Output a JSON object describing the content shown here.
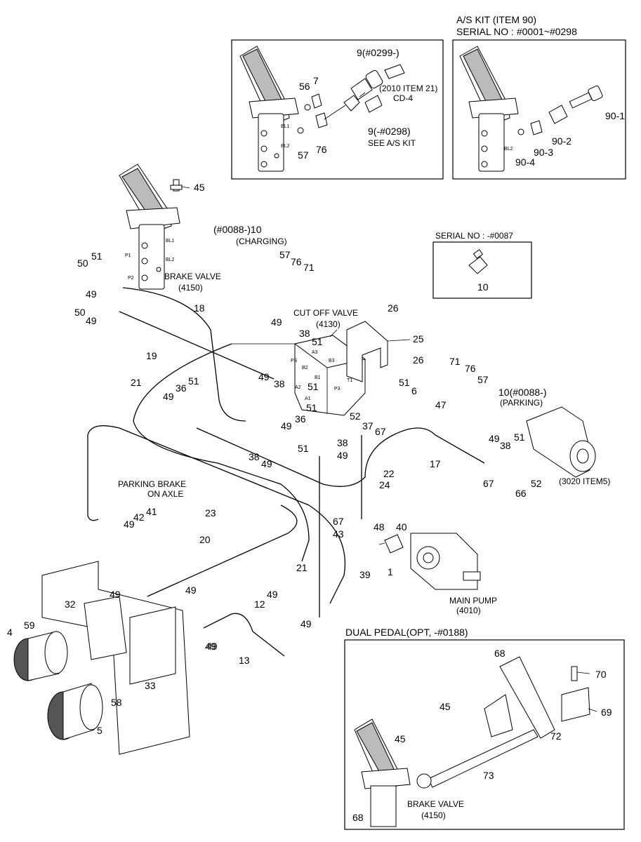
{
  "titles": {
    "as_kit": "A/S KIT (ITEM 90)",
    "serial_as": "SERIAL NO : #0001~#0298",
    "serial_0087": "SERIAL NO : -#0087",
    "dual_pedal": "DUAL PEDAL(OPT, -#0188)"
  },
  "captions": {
    "brake_valve": "BRAKE VALVE",
    "brake_valve_no": "(4150)",
    "cut_off_valve": "CUT OFF VALVE",
    "cut_off_valve_no": "(4130)",
    "charging": "(CHARGING)",
    "parking": "(PARKING)",
    "parking_brake_1": "PARKING BRAKE",
    "parking_brake_2": "ON AXLE",
    "item_3020": "(3020 ITEM5)",
    "main_pump": "MAIN PUMP",
    "main_pump_no": "(4010)",
    "dual_brake_valve": "BRAKE VALVE",
    "dual_brake_valve_no": "(4150)",
    "see_as_kit": "SEE A/S KIT",
    "cd4": "CD-4",
    "item21": "(2010 ITEM 21)"
  },
  "port_labels": {
    "bl1": "BL1",
    "bl2": "BL2",
    "p1": "P1",
    "p2": "P2",
    "inset_bl1": "BL1",
    "inset_bl2": "BL2",
    "as_bl2": "BL2",
    "ps": "PS",
    "a3": "A3",
    "b2": "B2",
    "b3": "B3",
    "a2": "A2",
    "b1": "B1",
    "a1": "A1",
    "p3": "P3",
    "t1": "T1"
  },
  "callouts": {
    "c9a": "9(#0299-)",
    "c9b": "9(-#0298)",
    "c56": "56",
    "c7": "7",
    "c57a": "57",
    "c76a": "76",
    "c90_1": "90-1",
    "c90_2": "90-2",
    "c90_3": "90-3",
    "c90_4": "90-4",
    "c45": "45",
    "c10a": "(#0088-)10",
    "c57b": "57",
    "c76b": "76",
    "c71a": "71",
    "c10b": "10",
    "c51a": "51",
    "c50a": "50",
    "c49a": "49",
    "c50b": "50",
    "c49b": "49",
    "c18": "18",
    "c19": "19",
    "c26a": "26",
    "c25": "25",
    "c26b": "26",
    "c49c": "49",
    "c38a": "38",
    "c51b": "51",
    "c71b": "71",
    "c76c": "76",
    "c57c": "57",
    "c10c": "10(#0088-)",
    "c21a": "21",
    "c51c": "51",
    "c36a": "36",
    "c49d": "49",
    "c38b": "38",
    "c51d": "51",
    "c49e": "49",
    "c36b": "36",
    "c51e": "51",
    "c6": "6",
    "c51f": "51",
    "c47": "47",
    "c52a": "52",
    "c37": "37",
    "c67a": "67",
    "c38c": "38",
    "c49f": "49",
    "c38d": "38",
    "c49g": "49",
    "c51g": "51",
    "c49h": "49",
    "c38e": "38",
    "c51h": "51",
    "c17": "17",
    "c22": "22",
    "c24": "24",
    "c67b": "67",
    "c66": "66",
    "c52b": "52",
    "c49i": "49",
    "c42": "42",
    "c41": "41",
    "c23": "23",
    "c20": "20",
    "c21b": "21",
    "c67c": "67",
    "c43": "43",
    "c48": "48",
    "c40": "40",
    "c39": "39",
    "c1": "1",
    "c49j": "49",
    "c32": "32",
    "c49k": "49",
    "c49l": "49",
    "c49m": "49",
    "c12": "12",
    "c49n": "49",
    "c4": "4",
    "c59": "59",
    "c49o": "49",
    "c13": "13",
    "c33": "33",
    "c58": "58",
    "c5": "5",
    "c68a": "68",
    "c70": "70",
    "c45b": "45",
    "c69": "69",
    "c72": "72",
    "c45c": "45",
    "c73": "73",
    "c68b": "68"
  }
}
